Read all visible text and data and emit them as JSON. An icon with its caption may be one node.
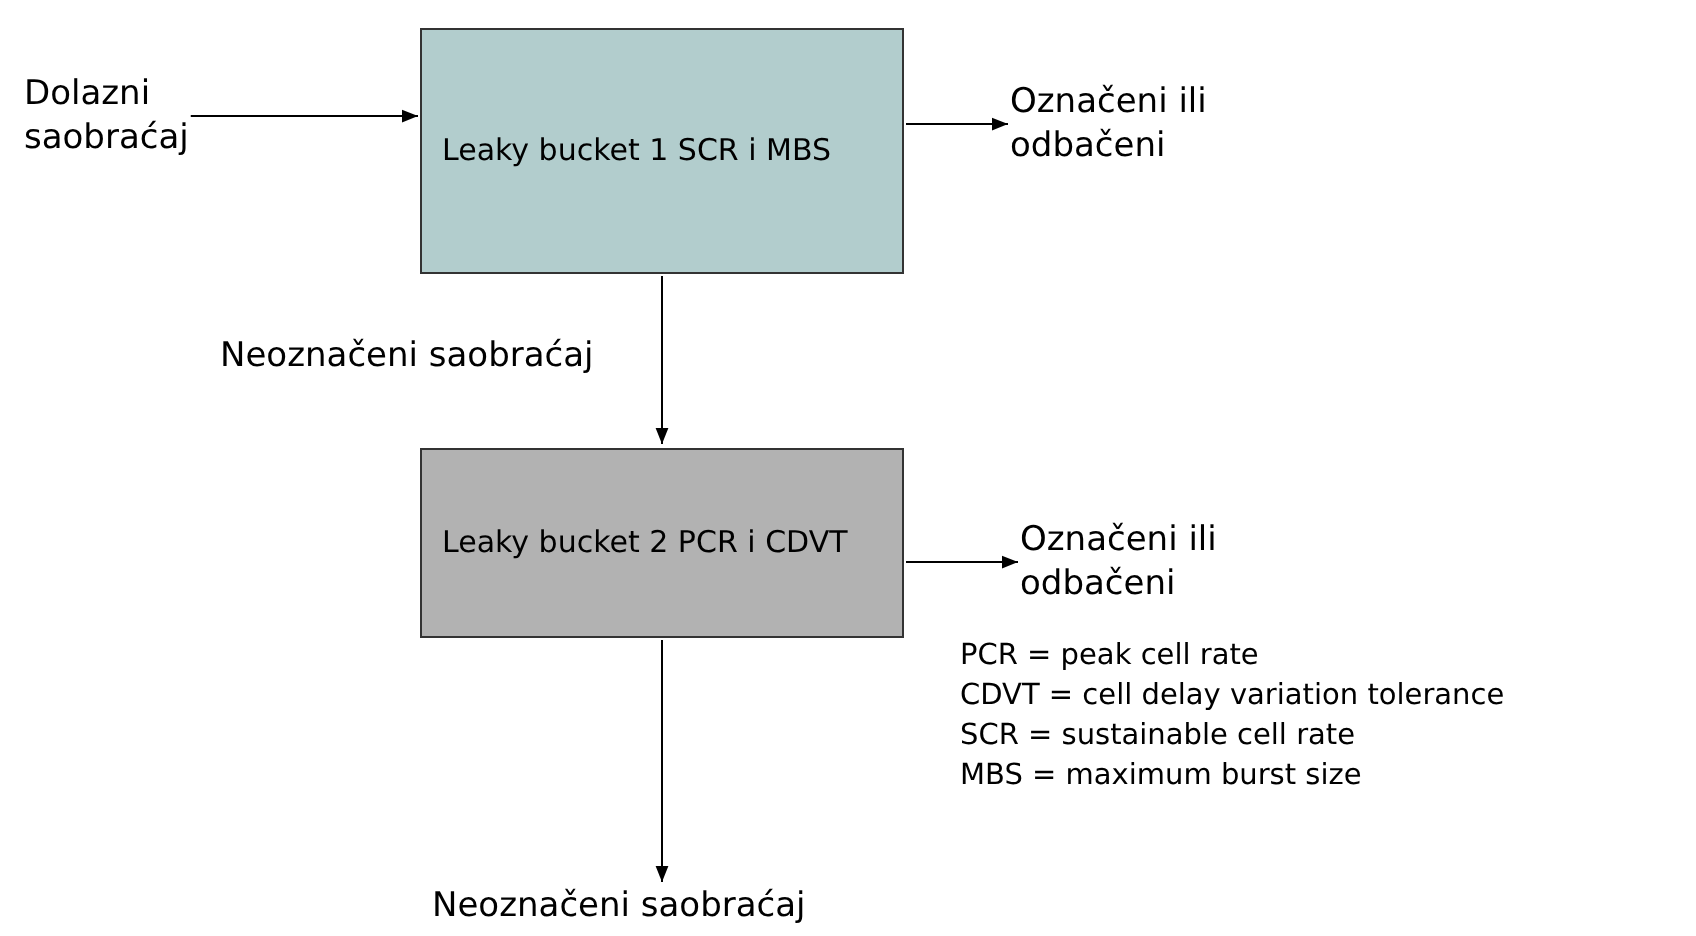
{
  "diagram": {
    "nodes": [
      {
        "text": [
          "Dolazni saobraćaj"
        ]
      },
      {
        "text": [
          "Leaky bucket 1 SCR i MBS"
        ]
      },
      {
        "text": [
          "Označeni ili odbačeni"
        ]
      },
      {
        "text": [
          "Leaky bucket 2 PCR i CDVT"
        ]
      },
      {
        "text": [
          "Označeni ili odbačeni"
        ]
      },
      {
        "text": [
          "Neoznačeni saobraćaj"
        ]
      }
    ],
    "edges": [
      {
        "from": 0,
        "to": 1,
        "arrow": "to"
      },
      {
        "from": 1,
        "to": 2,
        "arrow": "to"
      },
      {
        "from": 1,
        "to": 3,
        "arrow": "to",
        "label": "Neoznačeni saobraćaj"
      },
      {
        "from": 3,
        "to": 4,
        "arrow": "to"
      },
      {
        "from": 3,
        "to": 5,
        "arrow": "to"
      }
    ],
    "labels": [
      "PCR = peak cell rate",
      "CDVT = cell delay variation tolerance",
      "SCR = sustainable cell rate",
      "MBS = maximum burst size"
    ]
  }
}
